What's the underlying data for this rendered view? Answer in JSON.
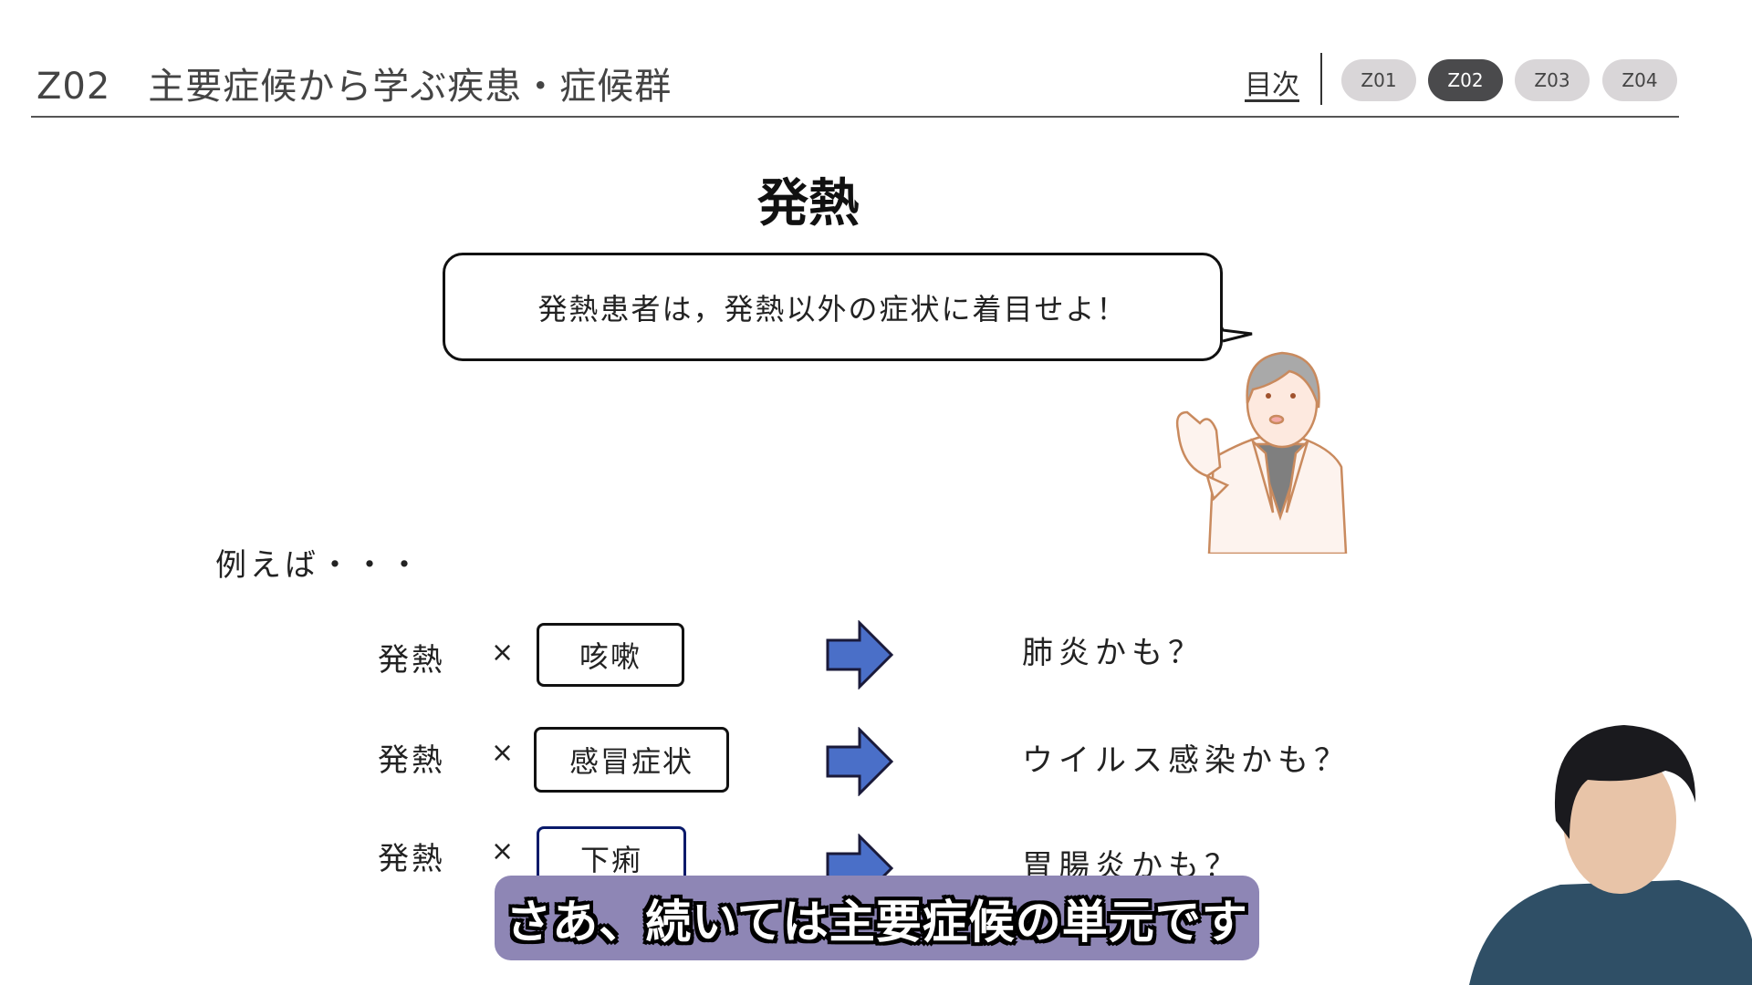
{
  "header": {
    "title": "Z02　主要症候から学ぶ疾患・症候群",
    "toc_link": "目次",
    "chapters": [
      {
        "label": "Z01",
        "active": false
      },
      {
        "label": "Z02",
        "active": true
      },
      {
        "label": "Z03",
        "active": false
      },
      {
        "label": "Z04",
        "active": false
      }
    ]
  },
  "slide": {
    "title": "発熱",
    "bubble_text": "発熱患者は，発熱以外の症状に着目せよ！",
    "example_label": "例えば・・・",
    "rows": [
      {
        "base": "発熱",
        "op": "×",
        "symptom": "咳嗽",
        "result": "肺炎かも？"
      },
      {
        "base": "発熱",
        "op": "×",
        "symptom": "感冒症状",
        "result": "ウイルス感染かも？"
      },
      {
        "base": "発熱",
        "op": "×",
        "symptom": "下痢",
        "result": "胃腸炎かも？"
      }
    ]
  },
  "subtitle": "さあ、続いては主要症候の単元です",
  "colors": {
    "arrow": "#4a6fc8",
    "subtitle_bg": "#8e86b5",
    "active_pill": "#4a4a4c"
  }
}
